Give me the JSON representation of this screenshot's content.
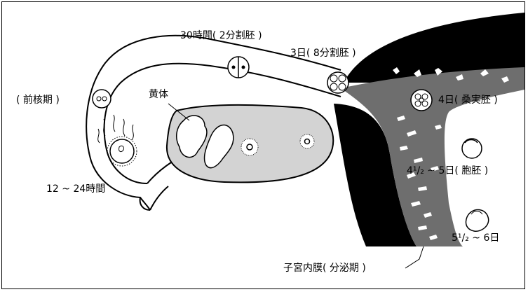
{
  "labels": {
    "two_cell": "30時間( 2分割胚 )",
    "eight_cell": "3日( 8分割胚 )",
    "pronuclear": "( 前核期 )",
    "corpus_luteum": "黄体",
    "morula": "4日( 桑実胚 )",
    "blastocyst": "4¹/₂ ~ 5日( 胞胚 )",
    "implantation": "5¹/₂ ~ 6日",
    "fertilization": "12 ~ 24時間",
    "endometrium": "子宮内膜( 分泌期 )"
  },
  "colors": {
    "ovary_fill": "#d3d3d3",
    "endometrium_gray": "#6e6e6e",
    "myometrium_black": "#000000",
    "line": "#000000"
  }
}
